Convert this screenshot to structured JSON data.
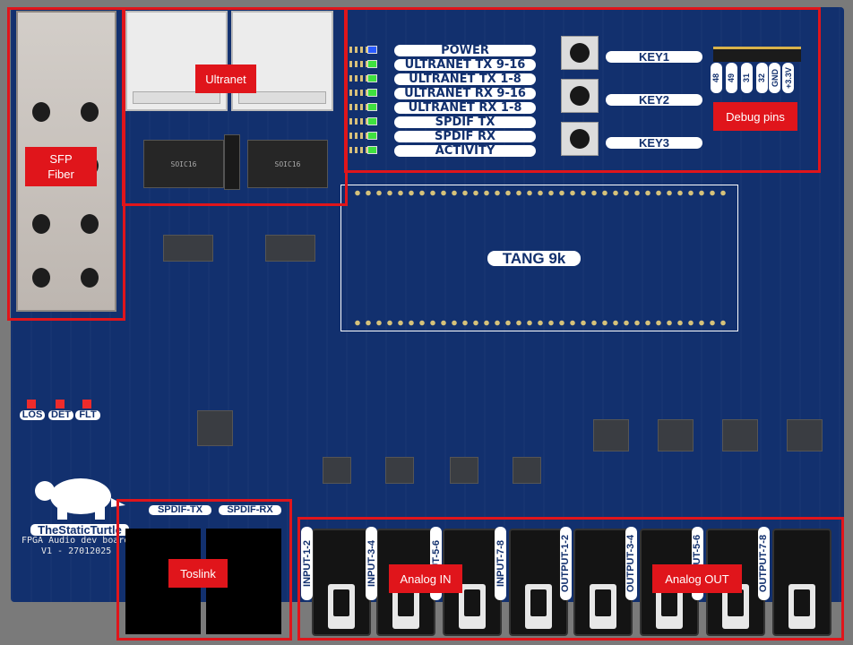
{
  "regions": {
    "sfp": "SFP\nFiber",
    "ultranet": "Ultranet",
    "debug": "Debug pins",
    "toslink": "Toslink",
    "analog_in": "Analog IN",
    "analog_out": "Analog OUT"
  },
  "status_leds": [
    {
      "label": "POWER",
      "color": "#2a5bff"
    },
    {
      "label": "ULTRANET TX 9-16",
      "color": "#3fe13f"
    },
    {
      "label": "ULTRANET TX 1-8",
      "color": "#3fe13f"
    },
    {
      "label": "ULTRANET RX 9-16",
      "color": "#3fe13f"
    },
    {
      "label": "ULTRANET RX 1-8",
      "color": "#3fe13f"
    },
    {
      "label": "SPDIF TX",
      "color": "#3fe13f"
    },
    {
      "label": "SPDIF RX",
      "color": "#3fe13f"
    },
    {
      "label": "ACTIVITY",
      "color": "#3fe13f"
    }
  ],
  "keys": [
    "KEY1",
    "KEY2",
    "KEY3"
  ],
  "debug_pins": [
    "48",
    "49",
    "31",
    "32",
    "GND",
    "+3.3V"
  ],
  "fpga_module": "TANG 9k",
  "fault_leds": [
    "LOS",
    "DET",
    "FLT"
  ],
  "spdif_labels": [
    "SPDIF-TX",
    "SPDIF-RX"
  ],
  "analog_jacks": [
    "INPUT-1-2",
    "INPUT-3-4",
    "INPUT-5-6",
    "INPUT-7-8",
    "OUTPUT-1-2",
    "OUTPUT-3-4",
    "OUTPUT-5-6",
    "OUTPUT-7-8"
  ],
  "branding": {
    "name": "TheStaticTurtle",
    "subtitle": "FPGA Audio dev board",
    "version": "V1 - 27012025"
  },
  "chip_markings": [
    "SOIC16",
    "SOIC16"
  ]
}
